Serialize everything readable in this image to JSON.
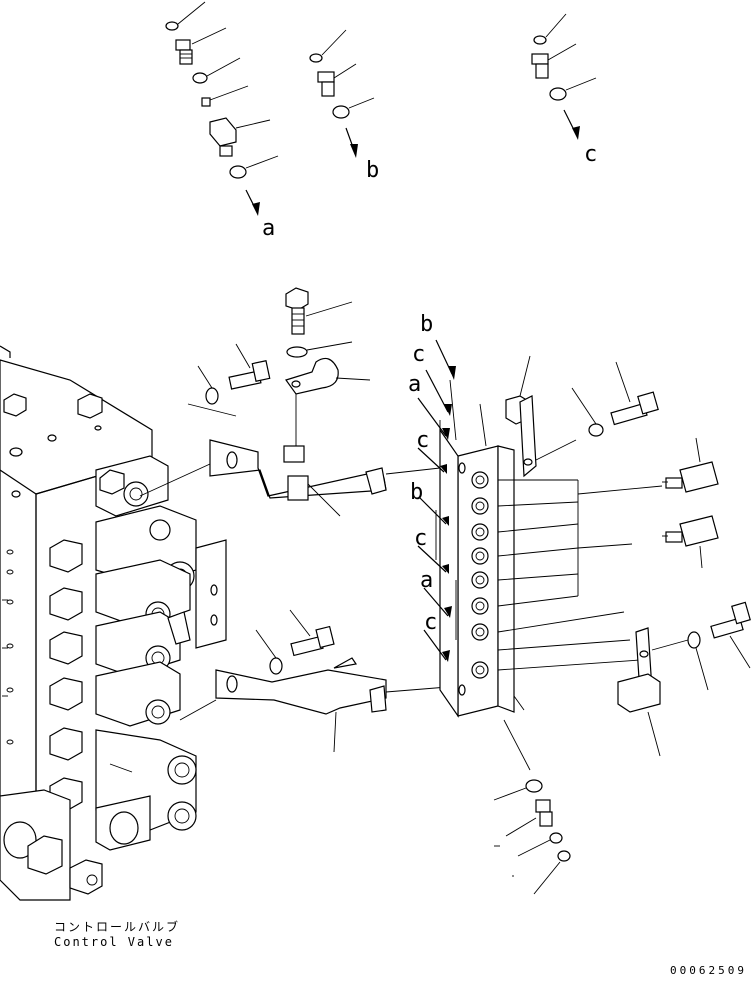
{
  "figure": {
    "caption_jp": "コントロールバルブ",
    "caption_en": "Control Valve",
    "drawing_number": "00062509"
  },
  "labels": {
    "a_top": "a",
    "b_top": "b",
    "c_top": "c",
    "ref_b1": "b",
    "ref_c1": "c",
    "ref_a1": "a",
    "ref_c2": "c",
    "ref_b2": "b",
    "ref_c3": "c",
    "ref_a2": "a",
    "ref_c4": "c"
  }
}
